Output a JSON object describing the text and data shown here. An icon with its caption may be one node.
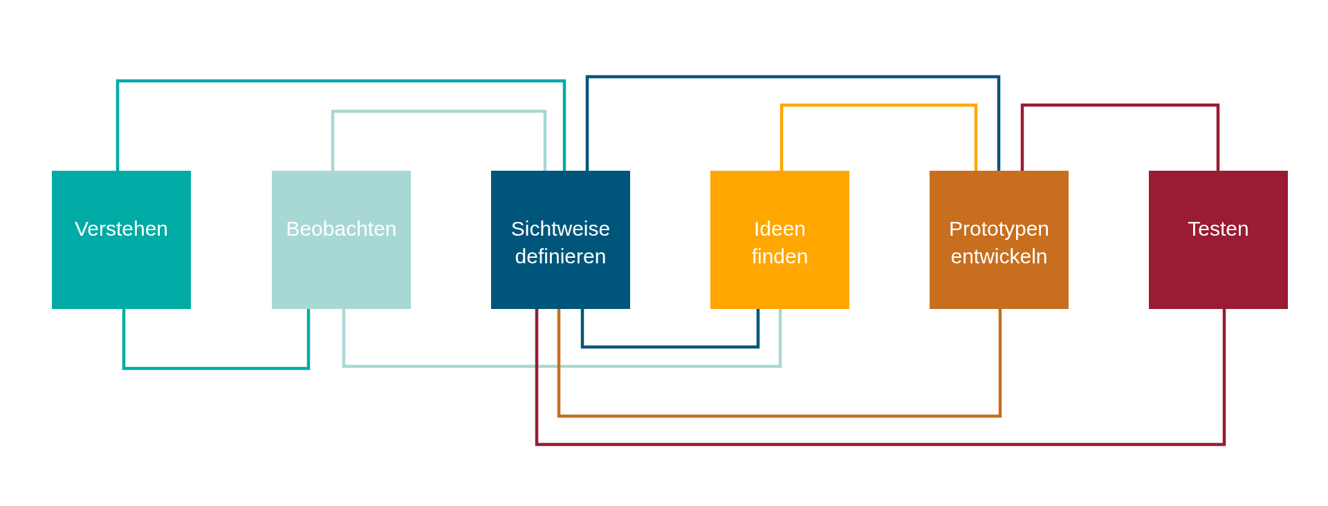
{
  "diagram": {
    "nodes": [
      {
        "text": [
          "Verstehen"
        ]
      },
      {
        "text": [
          "Beobachten"
        ]
      },
      {
        "text": [
          "Sichtweise definieren"
        ]
      },
      {
        "text": [
          "Ideen finden"
        ]
      },
      {
        "text": [
          "Prototypen entwickeln"
        ]
      },
      {
        "text": [
          "Testen"
        ]
      }
    ],
    "edges": [
      {
        "from": 0,
        "to": 2,
        "arrow": "none",
        "color": "#00aba5"
      },
      {
        "from": 0,
        "to": 1,
        "arrow": "none",
        "color": "#00aba5"
      },
      {
        "from": 1,
        "to": 2,
        "arrow": "none",
        "color": "#a8d8d4"
      },
      {
        "from": 1,
        "to": 3,
        "arrow": "none",
        "color": "#a8d8d4"
      },
      {
        "from": 2,
        "to": 4,
        "arrow": "none",
        "color": "#00557b"
      },
      {
        "from": 2,
        "to": 3,
        "arrow": "none",
        "color": "#00557b"
      },
      {
        "from": 3,
        "to": 4,
        "arrow": "none",
        "color": "#ffa600"
      },
      {
        "from": 4,
        "to": 2,
        "arrow": "none",
        "color": "#c86e1f"
      },
      {
        "from": 5,
        "to": 4,
        "arrow": "none",
        "color": "#991b34"
      },
      {
        "from": 5,
        "to": 2,
        "arrow": "none",
        "color": "#991b34"
      }
    ]
  }
}
